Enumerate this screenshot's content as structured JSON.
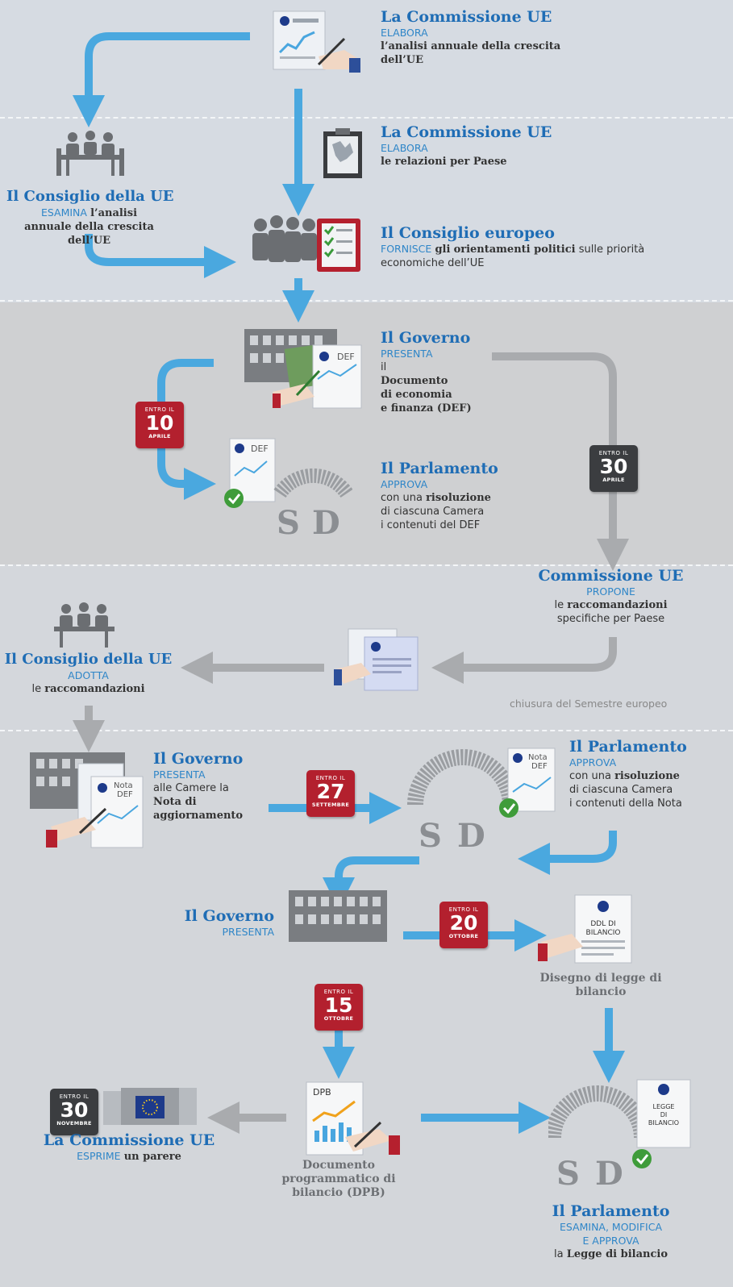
{
  "s1": {
    "commissione1": {
      "title": "La Commissione UE",
      "verb": "ELABORA",
      "desc": "l’analisi annuale della crescita dell’UE"
    },
    "commissione2": {
      "title": "La Commissione UE",
      "verb": "ELABORA",
      "desc": "le relazioni per Paese"
    },
    "consiglio_ue": {
      "title": "Il Consiglio della UE",
      "verb": "ESAMINA",
      "desc": "l’analisi annuale della crescita dell’UE"
    },
    "consiglio_europeo": {
      "title": "Il Consiglio europeo",
      "verb": "FORNISCE",
      "desc_a": "gli",
      "desc_b": "orientamenti politici",
      "desc_c": "sulle priorità economiche dell’UE"
    }
  },
  "s2": {
    "governo": {
      "title": "Il Governo",
      "verb": "PRESENTA",
      "l1": "il",
      "l2": "Documento",
      "l3": "di economia",
      "l4": "e finanza (DEF)"
    },
    "parlamento": {
      "title": "Il Parlamento",
      "verb": "APPROVA",
      "l1": "con una",
      "l2": "risoluzione",
      "l3": "di ciascuna Camera",
      "l4": "i contenuti del DEF"
    },
    "cal_10": {
      "entro": "ENTRO IL",
      "num": "10",
      "month": "APRILE"
    },
    "cal_30": {
      "entro": "ENTRO IL",
      "num": "30",
      "month": "APRILE"
    },
    "def_label": "DEF"
  },
  "s3": {
    "commissione": {
      "title": "Commissione UE",
      "verb": "PROPONE",
      "l1": "le",
      "l2": "raccomandazioni",
      "l3": "specifiche per Paese"
    },
    "consiglio": {
      "title": "Il Consiglio della UE",
      "verb": "ADOTTA",
      "l1": "le",
      "l2": "raccomandazioni"
    },
    "chiusura": "chiusura del Semestre europeo"
  },
  "s4": {
    "governo1": {
      "title": "Il Governo",
      "verb": "PRESENTA",
      "l1": "alle Camere la",
      "l2": "Nota di",
      "l3": "aggiornamento"
    },
    "parlamento1": {
      "title": "Il Parlamento",
      "verb": "APPROVA",
      "l1": "con una",
      "l2": "risoluzione",
      "l3": "di ciascuna Camera",
      "l4": "i contenuti della Nota"
    },
    "cal_27": {
      "entro": "ENTRO IL",
      "num": "27",
      "month": "SETTEMBRE"
    },
    "governo2": {
      "title": "Il Governo",
      "verb": "PRESENTA"
    },
    "cal_20": {
      "entro": "ENTRO IL",
      "num": "20",
      "month": "OTTOBRE"
    },
    "ddl": {
      "doc": "DDL DI BILANCIO",
      "caption": "Disegno di legge di bilancio"
    },
    "cal_15": {
      "entro": "ENTRO IL",
      "num": "15",
      "month": "OTTOBRE"
    },
    "dpb": {
      "doc": "DPB",
      "caption": "Documento programmatico di bilancio (DPB)"
    },
    "commissione": {
      "title": "La Commissione UE",
      "verb": "ESPRIME",
      "desc": "un parere"
    },
    "cal_30n": {
      "entro": "ENTRO IL",
      "num": "30",
      "month": "NOVEMBRE"
    },
    "legge": {
      "doc": "LEGGE DI BILANCIO"
    },
    "parlamento2": {
      "title": "Il Parlamento",
      "verb1": "ESAMINA, MODIFICA",
      "verb2": "E APPROVA",
      "l1": "la",
      "l2": "Legge di bilancio"
    },
    "nota_label": "Nota DEF"
  },
  "colors": {
    "blue_arrow": "#4aa8df",
    "gray_arrow": "#a9abae",
    "title_blue": "#1f6db5",
    "calendar_red": "#b3202e",
    "calendar_dark": "#3b3d40"
  }
}
